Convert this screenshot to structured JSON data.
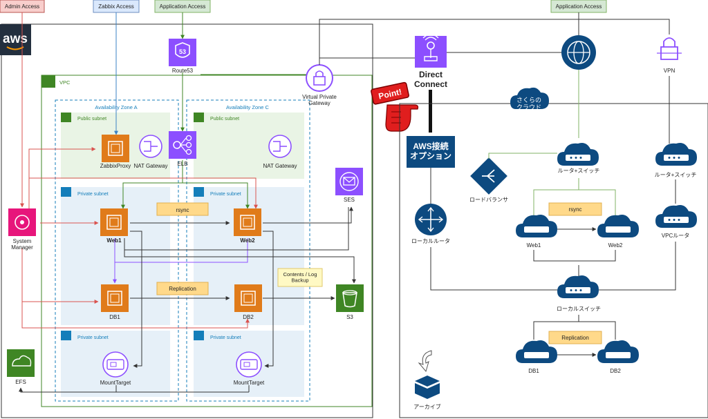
{
  "access_labels": {
    "admin": "Admin Access",
    "zabbix": "Zabbix Access",
    "app_left": "Application Access",
    "app_right": "Application Access"
  },
  "aws": {
    "logo": "aws",
    "vpc": "VPC",
    "az_a": "Availability Zone A",
    "az_c": "Availability Zone C",
    "public_subnet": "Public subnet",
    "private_subnet": "Private subnet",
    "route53": "Route53",
    "vpg": "Virtual Private\nGateway",
    "elb": "ELB",
    "zabbix_proxy": "ZabbixProxy",
    "nat_gateway": "NAT Gateway",
    "ses": "SES",
    "system_manager": "System\nManager",
    "web1": "Web1",
    "web2": "Web2",
    "rsync": "rsync",
    "db1": "DB1",
    "db2": "DB2",
    "replication": "Replication",
    "backup": "Contents / Log\nBackup",
    "s3": "S3",
    "efs": "EFS",
    "mount_target": "MountTarget"
  },
  "direct_connect": "Direct\nConnect",
  "point": "Point!",
  "option": "AWS接続\nオプション",
  "sakura": {
    "cloud": "さくらの\nクラウド",
    "vpn": "VPN",
    "router_switch": "ルータ+スイッチ",
    "load_balancer": "ロードバランサ",
    "vpc_router": "VPCルータ",
    "local_router": "ローカルルータ",
    "local_switch": "ローカルスイッチ",
    "rsync": "rsync",
    "replication": "Replication",
    "web1": "Web1",
    "web2": "Web2",
    "db1": "DB1",
    "db2": "DB2",
    "archive": "アーカイブ"
  },
  "colors": {
    "aws_orange": "#e07b1a",
    "aws_purple": "#8c4fff",
    "aws_pink": "#e7157b",
    "aws_green": "#3f8624",
    "sakura_blue": "#0d4a80",
    "vpc_green": "#3f8624",
    "az_blue": "#147eba",
    "red_line": "#d9534f",
    "note_yellow": "#ffd98a"
  }
}
